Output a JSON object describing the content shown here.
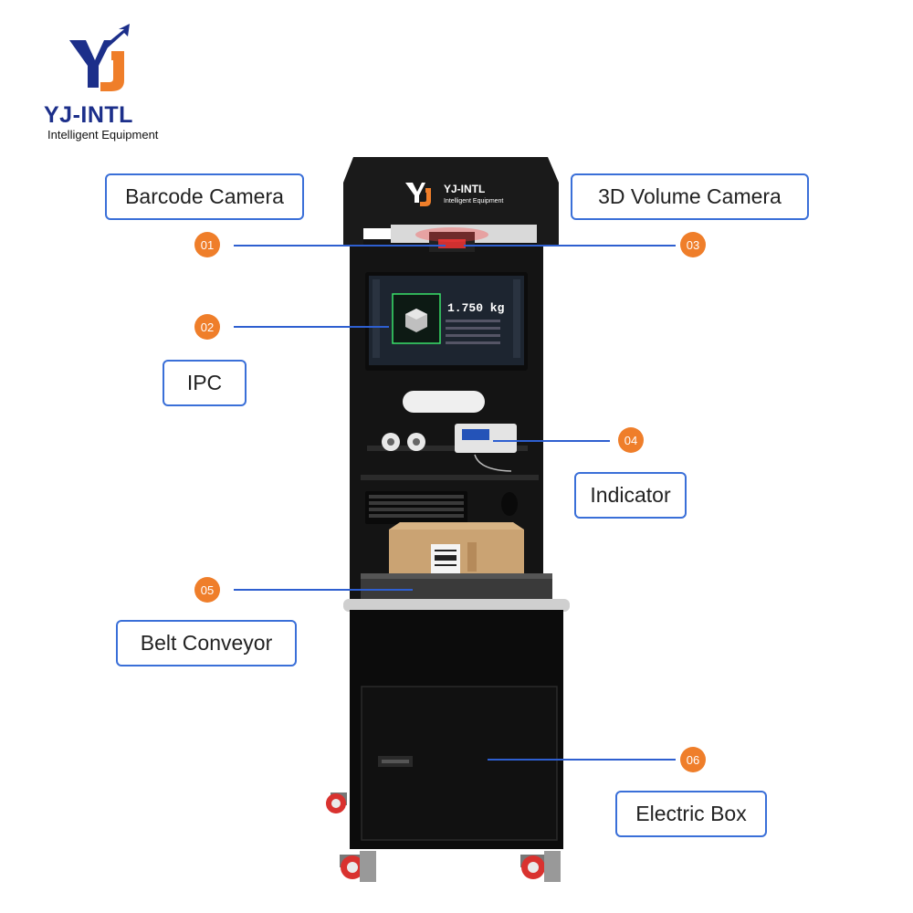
{
  "brand": {
    "name": "YJ-INTL",
    "tagline": "Intelligent Equipment",
    "mark": "YJ"
  },
  "screen": {
    "weight": "1.750 kg"
  },
  "callouts": [
    {
      "number": "01",
      "label": "Barcode Camera"
    },
    {
      "number": "02",
      "label": "IPC"
    },
    {
      "number": "03",
      "label": "3D Volume Camera"
    },
    {
      "number": "04",
      "label": "Indicator"
    },
    {
      "number": "05",
      "label": "Belt Conveyor"
    },
    {
      "number": "06",
      "label": "Electric Box"
    }
  ],
  "colors": {
    "brand_blue": "#1c2f8a",
    "brand_orange": "#ef7e2a",
    "callout_border": "#3a6fd8",
    "screen_green": "#39e26a"
  }
}
